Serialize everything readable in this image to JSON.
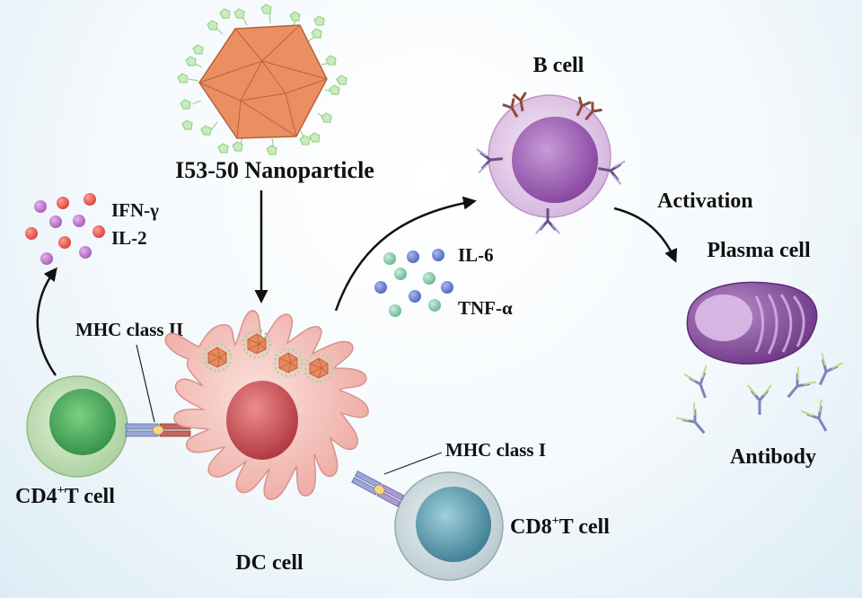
{
  "labels": {
    "nanoparticle": "I53-50 Nanoparticle",
    "b_cell": "B cell",
    "activation": "Activation",
    "plasma_cell": "Plasma cell",
    "antibody": "Antibody",
    "ifn": "IFN-γ",
    "il2": "IL-2",
    "il6": "IL-6",
    "tnf": "TNF-α",
    "mhc2": "MHC class II",
    "mhc1": "MHC class I",
    "cd4_main": "CD4",
    "cd4_sup": "+",
    "cd4_rest": "T cell",
    "cd8_main": "CD8",
    "cd8_sup": "+",
    "cd8_rest": "T cell",
    "dc": "DC cell"
  },
  "colors": {
    "nanoparticle": "#e8895c",
    "antigen": "#9ad38a",
    "cd4_cell": "#bcdcb0",
    "cd4_nucleus": "#4aa85a",
    "dc_cell": "#f2b7b0",
    "dc_nucleus": "#c94d52",
    "cd8_cell": "#c9d6da",
    "cd8_nucleus": "#5b98ab",
    "b_cell": "#dcc2e2",
    "b_nucleus": "#9d5fb4",
    "plasma_cell": "#8b4fa3",
    "receptor": "#7a5a9c"
  }
}
